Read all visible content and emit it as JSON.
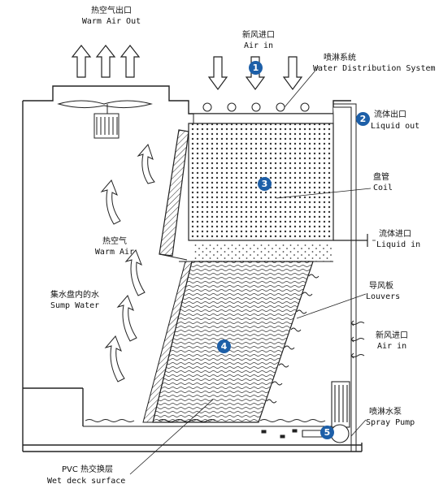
{
  "labels": {
    "warm_air_out": {
      "cn": "热空气出口",
      "en": "Warm Air Out"
    },
    "air_in_top": {
      "cn": "新风进口",
      "en": "Air in"
    },
    "water_distribution": {
      "cn": "喷淋系统",
      "en": "Water Distribution System"
    },
    "liquid_out": {
      "cn": "流体出口",
      "en": "Liquid out"
    },
    "coil": {
      "cn": "盘管",
      "en": "Coil"
    },
    "liquid_in": {
      "cn": "流体进口",
      "en": "Liquid in"
    },
    "warm_air": {
      "cn": "热空气",
      "en": "Warm Air"
    },
    "louvers": {
      "cn": "导风板",
      "en": "Louvers"
    },
    "sump_water": {
      "cn": "集水盘内的水",
      "en": "Sump Water"
    },
    "air_in_side": {
      "cn": "新风进口",
      "en": "Air in"
    },
    "spray_pump": {
      "cn": "喷淋水泵",
      "en": "Spray Pump"
    },
    "wet_deck": {
      "cn": "PVC  热交换层",
      "en": "Wet deck surface"
    }
  },
  "markers": [
    "1",
    "2",
    "3",
    "4",
    "5"
  ],
  "colors": {
    "marker": "#1d5fa8",
    "line": "#222222",
    "water": "#333333"
  }
}
